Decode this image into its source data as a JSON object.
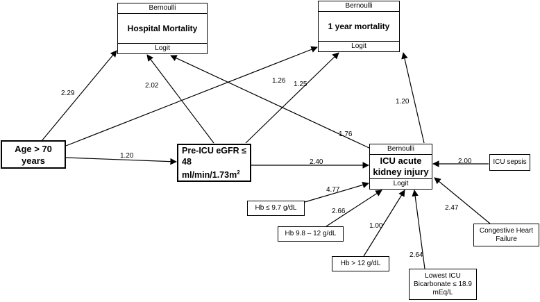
{
  "nodes": {
    "hospital_mortality": {
      "top": "Bernoulli",
      "label": "Hospital Mortality",
      "bottom": "Logit"
    },
    "one_year_mortality": {
      "top": "Bernoulli",
      "label": "1 year mortality",
      "bottom": "Logit"
    },
    "icu_aki": {
      "top": "Bernoulli",
      "label_line1": "ICU acute",
      "label_line2": "kidney injury",
      "bottom": "Logit"
    },
    "age": {
      "line1": "Age > 70",
      "line2": "years"
    },
    "egfr": {
      "line1": "Pre-ICU eGFR ≤",
      "line2": "48",
      "line3": "ml/min/1.73m",
      "sup": "2"
    },
    "icu_sepsis": "ICU sepsis",
    "hb_low": "Hb ≤ 9.7 g/dL",
    "hb_mid": "Hb 9.8 – 12 g/dL",
    "hb_high": "Hb > 12 g/dL",
    "chf": {
      "line1": "Congestive Heart",
      "line2": "Failure"
    },
    "bicarb": {
      "line1": "Lowest ICU",
      "line2": "Bicarbonate ≤ 18.9",
      "line3": "mEq/L"
    }
  },
  "edges": [
    {
      "from": "Age > 70 years",
      "to": "Hospital Mortality",
      "label": "2.29"
    },
    {
      "from": "Age > 70 years",
      "to": "1 year mortality",
      "label": "1.26"
    },
    {
      "from": "Age > 70 years",
      "to": "Pre-ICU eGFR ≤ 48 ml/min/1.73m2",
      "label": "1.20"
    },
    {
      "from": "Pre-ICU eGFR ≤ 48 ml/min/1.73m2",
      "to": "Hospital Mortality",
      "label": "2.02"
    },
    {
      "from": "Pre-ICU eGFR ≤ 48 ml/min/1.73m2",
      "to": "1 year mortality",
      "label": "1.25"
    },
    {
      "from": "Pre-ICU eGFR ≤ 48 ml/min/1.73m2",
      "to": "ICU acute kidney injury",
      "label": "2.40"
    },
    {
      "from": "ICU acute kidney injury",
      "to": "Hospital Mortality",
      "label": "1.76"
    },
    {
      "from": "ICU acute kidney injury",
      "to": "1 year mortality",
      "label": "1.20"
    },
    {
      "from": "ICU sepsis",
      "to": "ICU acute kidney injury",
      "label": "2.00"
    },
    {
      "from": "Hb ≤ 9.7 g/dL",
      "to": "ICU acute kidney injury",
      "label": "4.77"
    },
    {
      "from": "Hb 9.8 – 12 g/dL",
      "to": "ICU acute kidney injury",
      "label": "2.66"
    },
    {
      "from": "Hb > 12 g/dL",
      "to": "ICU acute kidney injury",
      "label": "1.00"
    },
    {
      "from": "Lowest ICU Bicarbonate ≤ 18.9 mEq/L",
      "to": "ICU acute kidney injury",
      "label": "2.64"
    },
    {
      "from": "Congestive Heart Failure",
      "to": "ICU acute kidney injury",
      "label": "2.47"
    }
  ]
}
